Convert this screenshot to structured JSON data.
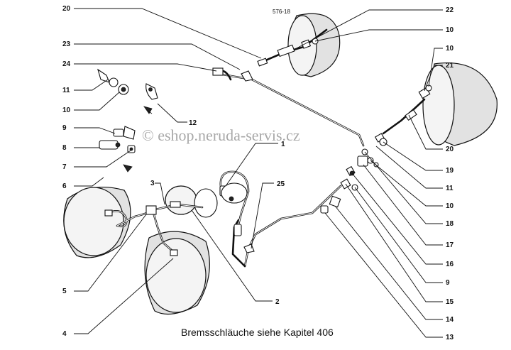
{
  "drawing_ref": "576-18",
  "caption": "Bremsschläuche siehe Kapitel 406",
  "watermark": "© eshop.neruda-servis.cz",
  "callouts_left": [
    "20",
    "23",
    "24",
    "11",
    "10",
    "9",
    "8",
    "7",
    "6",
    "5",
    "4"
  ],
  "callouts_right": [
    "22",
    "10",
    "10",
    "21",
    "20",
    "19",
    "11",
    "10",
    "18",
    "17",
    "16",
    "9",
    "15",
    "14",
    "13"
  ],
  "callouts_center": [
    "12",
    "3",
    "1",
    "25",
    "2"
  ]
}
